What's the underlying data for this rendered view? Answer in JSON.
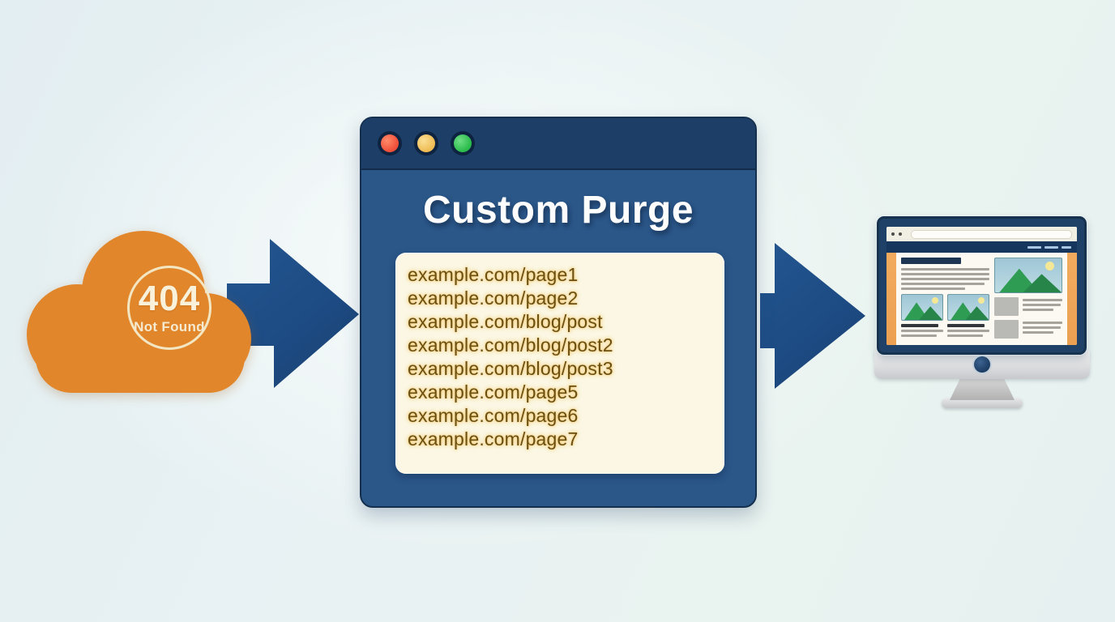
{
  "scene": {
    "background_color": "#e9f2f3",
    "primary_blue": "#1d4b84",
    "primary_orange": "#e2862c",
    "description": "custom purge flow: 404 cloud to purge url list to refreshed site"
  },
  "cloud_badge": {
    "status_code": "404",
    "status_text": "Not Found",
    "fill_color": "#e2862c",
    "ring_color": "#f3e6c2"
  },
  "arrows": {
    "left_arrow": "right-pointing",
    "right_arrow": "right-pointing",
    "color": "#1d4b84"
  },
  "purge_window": {
    "title": "Custom Purge",
    "titlebar_color": "#1d3e66",
    "body_color": "#2a5688",
    "traffic_lights": [
      {
        "name": "close",
        "color": "#f0503a"
      },
      {
        "name": "minimize",
        "color": "#f0bd55"
      },
      {
        "name": "zoom",
        "color": "#2cbd4d"
      }
    ],
    "url_list": {
      "panel_color": "#fbf7e4",
      "text_color": "#6b5013",
      "items": [
        "example.com/page1",
        "example.com/page2",
        "example.com/blog/post",
        "example.com/blog/post2",
        "example.com/blog/post3",
        "example.com/page5",
        "example.com/page6",
        "example.com/page7"
      ]
    }
  },
  "monitor": {
    "bezel_color": "#1f4167",
    "navbar_color": "#16365e",
    "sidebar_color": "#f2ab5e",
    "content": "website layout with headline bars, text lines and image placeholders"
  }
}
